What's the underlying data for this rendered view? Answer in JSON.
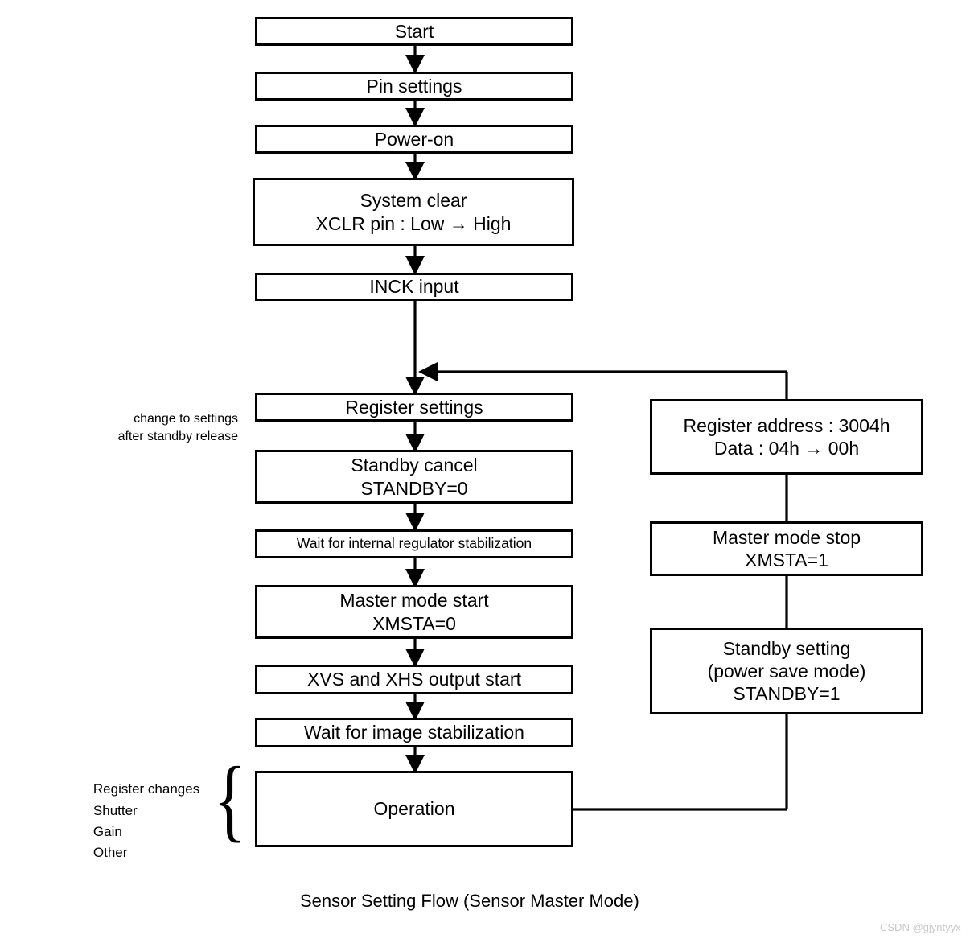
{
  "diagram": {
    "caption": "Sensor Setting Flow (Sensor Master Mode)",
    "watermark": "CSDN @gjyntyyx",
    "colors": {
      "stroke": "#000000",
      "background": "#ffffff",
      "watermark": "#c9c9c9"
    },
    "main_flow": [
      {
        "id": "start",
        "label": "Start"
      },
      {
        "id": "pin-settings",
        "label": "Pin settings"
      },
      {
        "id": "power-on",
        "label": "Power-on"
      },
      {
        "id": "system-clear",
        "line1": "System clear",
        "line2": "XCLR pin : Low → High"
      },
      {
        "id": "inck-input",
        "label": "INCK input"
      },
      {
        "id": "register-settings",
        "label": "Register settings"
      },
      {
        "id": "standby-cancel",
        "line1": "Standby cancel",
        "line2": "STANDBY=0"
      },
      {
        "id": "wait-regulator",
        "label": "Wait for internal regulator stabilization"
      },
      {
        "id": "master-mode-start",
        "line1": "Master mode start",
        "line2": "XMSTA=0"
      },
      {
        "id": "xvs-xhs-output",
        "label": "XVS and XHS output start"
      },
      {
        "id": "wait-image",
        "label": "Wait for image stabilization"
      },
      {
        "id": "operation",
        "label": "Operation"
      }
    ],
    "standby_branch": [
      {
        "id": "register-address",
        "line1": "Register address : 3004h",
        "line2": "Data : 04h → 00h"
      },
      {
        "id": "master-mode-stop",
        "line1": "Master mode stop",
        "line2": "XMSTA=1"
      },
      {
        "id": "standby-setting",
        "line1": "Standby setting",
        "line2": "(power save mode)",
        "line3": "STANDBY=1"
      }
    ],
    "annotations": {
      "standby_release": {
        "line1": "change to settings",
        "line2": "after standby release"
      },
      "operation_items": [
        "Register changes",
        "Shutter",
        "Gain",
        "Other"
      ],
      "brace_glyph": "{"
    }
  }
}
